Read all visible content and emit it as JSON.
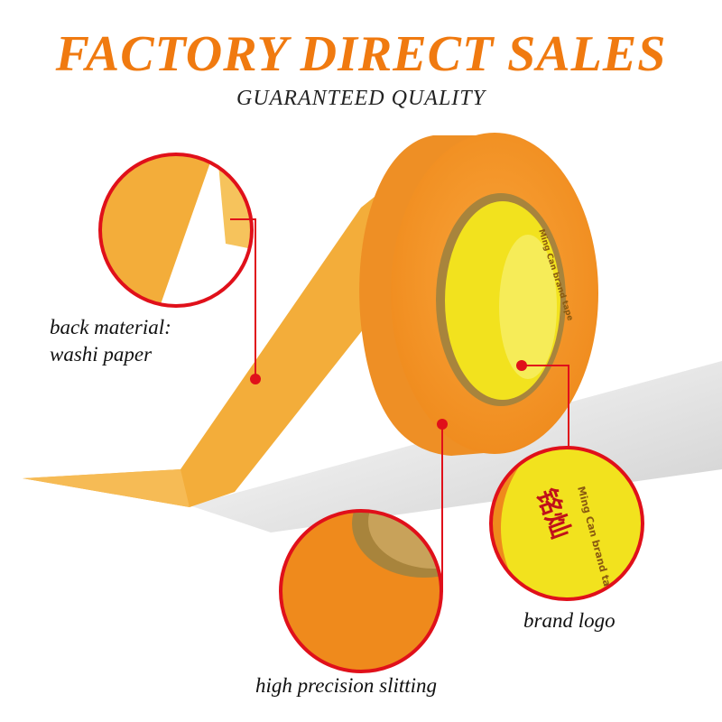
{
  "banner": {
    "headline": "FACTORY DIRECT SALES",
    "subheadline": "GUARANTEED QUALITY"
  },
  "callouts": {
    "back_material_line1": "back material:",
    "back_material_line2": "washi paper",
    "brand_logo": "brand logo",
    "slitting": "high precision slitting"
  },
  "core_print": {
    "brand_en": "Ming Can brand tape",
    "brand_cn": "铭灿"
  },
  "colors": {
    "accent": "#f07a10",
    "callout": "#e0101a",
    "tape": "#f59a2a",
    "core": "#f2e21e"
  }
}
